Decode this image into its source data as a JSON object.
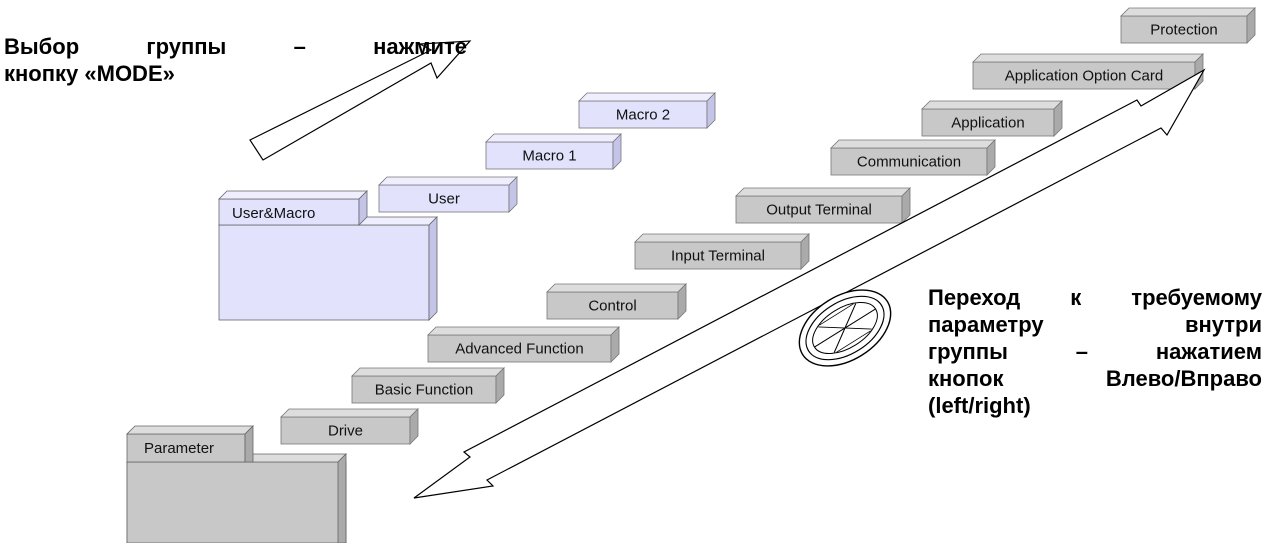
{
  "mode_note": {
    "line1": "Выбор группы – нажмите",
    "line2": "кнопку «MODE»"
  },
  "nav_note": {
    "lines": [
      "Переход к требуемому",
      "параметру внутри",
      "группы – нажатием",
      "кнопок Влево/Вправо",
      "(left/right)"
    ]
  },
  "user_groups": [
    {
      "label": "User&Macro"
    },
    {
      "label": "User"
    },
    {
      "label": "Macro 1"
    },
    {
      "label": "Macro 2"
    }
  ],
  "parameter_groups": [
    {
      "label": "Parameter"
    },
    {
      "label": "Drive"
    },
    {
      "label": "Basic Function"
    },
    {
      "label": "Advanced Function"
    },
    {
      "label": "Control"
    },
    {
      "label": "Input Terminal"
    },
    {
      "label": "Output Terminal"
    },
    {
      "label": "Communication"
    },
    {
      "label": "Application"
    },
    {
      "label": "Application Option Card"
    },
    {
      "label": "Protection"
    }
  ],
  "icons": [
    "mode-arrow-icon",
    "double-arrow-icon",
    "navigation-key-icon"
  ],
  "colors": {
    "user_fill": "#e2e2fd",
    "parameter_fill": "#c8c8c8",
    "text": "#000000"
  }
}
